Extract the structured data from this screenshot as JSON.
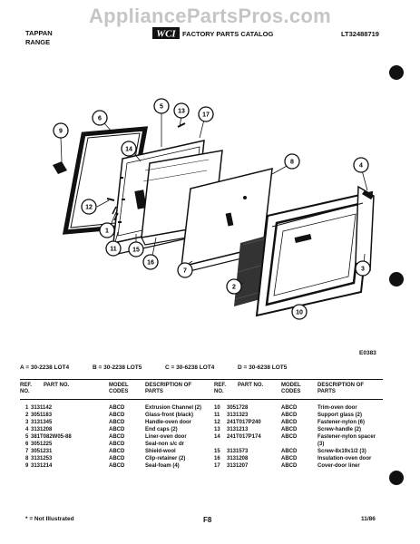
{
  "watermark": "AppliancePartsPros.com",
  "header": {
    "brand_line1": "TAPPAN",
    "brand_line2": "RANGE",
    "logo_text": "WCI",
    "catalog_title": "FACTORY PARTS CATALOG",
    "catalog_number": "LT32488719"
  },
  "diagram": {
    "figure_code": "E0383",
    "callouts": [
      "9",
      "6",
      "5",
      "13",
      "17",
      "14",
      "12",
      "1",
      "11",
      "15",
      "16",
      "7",
      "8",
      "4",
      "3",
      "2",
      "10"
    ]
  },
  "model_codes": [
    {
      "code": "A",
      "model": "30-2238 LOT4"
    },
    {
      "code": "B",
      "model": "30-2238 LOT5"
    },
    {
      "code": "C",
      "model": "30-6238 LOT4"
    },
    {
      "code": "D",
      "model": "30-6238 LOT5"
    }
  ],
  "table": {
    "headers": {
      "ref_no": "REF. NO.",
      "part_no": "PART NO.",
      "model_codes": "MODEL CODES",
      "description": "DESCRIPTION OF PARTS"
    },
    "left_rows": [
      {
        "ref": "1",
        "part": "3131142",
        "codes": "ABCD",
        "desc": "Extrusion Channel (2)"
      },
      {
        "ref": "2",
        "part": "3051183",
        "codes": "ABCD",
        "desc": "Glass-front (black)"
      },
      {
        "ref": "3",
        "part": "3131345",
        "codes": "ABCD",
        "desc": "Handle-oven door"
      },
      {
        "ref": "4",
        "part": "3131208",
        "codes": "ABCD",
        "desc": "End caps (2)"
      },
      {
        "ref": "5",
        "part": "381T082W05-88",
        "codes": "ABCD",
        "desc": "Liner-oven door"
      },
      {
        "ref": "6",
        "part": "3051225",
        "codes": "ABCD",
        "desc": "Seal-non s/c dr"
      },
      {
        "ref": "7",
        "part": "3051231",
        "codes": "ABCD",
        "desc": "Shield-wool"
      },
      {
        "ref": "8",
        "part": "3131253",
        "codes": "ABCD",
        "desc": "Clip-retainer (2)"
      },
      {
        "ref": "9",
        "part": "3131214",
        "codes": "ABCD",
        "desc": "Seal-foam (4)"
      }
    ],
    "right_rows": [
      {
        "ref": "10",
        "part": "3051728",
        "codes": "ABCD",
        "desc": "Trim-oven door"
      },
      {
        "ref": "11",
        "part": "3131323",
        "codes": "ABCD",
        "desc": "Support glass (2)"
      },
      {
        "ref": "12",
        "part": "241T017P240",
        "codes": "ABCD",
        "desc": "Fastener-nylon (6)"
      },
      {
        "ref": "13",
        "part": "3131213",
        "codes": "ABCD",
        "desc": "Screw-handle (2)"
      },
      {
        "ref": "14",
        "part": "241T017P174",
        "codes": "ABCD",
        "desc": "Fastener-nylon spacer"
      },
      {
        "ref": "",
        "part": "",
        "codes": "",
        "desc": "(3)"
      },
      {
        "ref": "15",
        "part": "3131573",
        "codes": "ABCD",
        "desc": "Screw-8x19x1/2 (3)"
      },
      {
        "ref": "16",
        "part": "3131208",
        "codes": "ABCD",
        "desc": "Insulation-oven door"
      },
      {
        "ref": "17",
        "part": "3131207",
        "codes": "ABCD",
        "desc": "Cover-door liner"
      }
    ]
  },
  "footer": {
    "note": "* = Not Illustrated",
    "page": "F8",
    "date": "11/86"
  }
}
